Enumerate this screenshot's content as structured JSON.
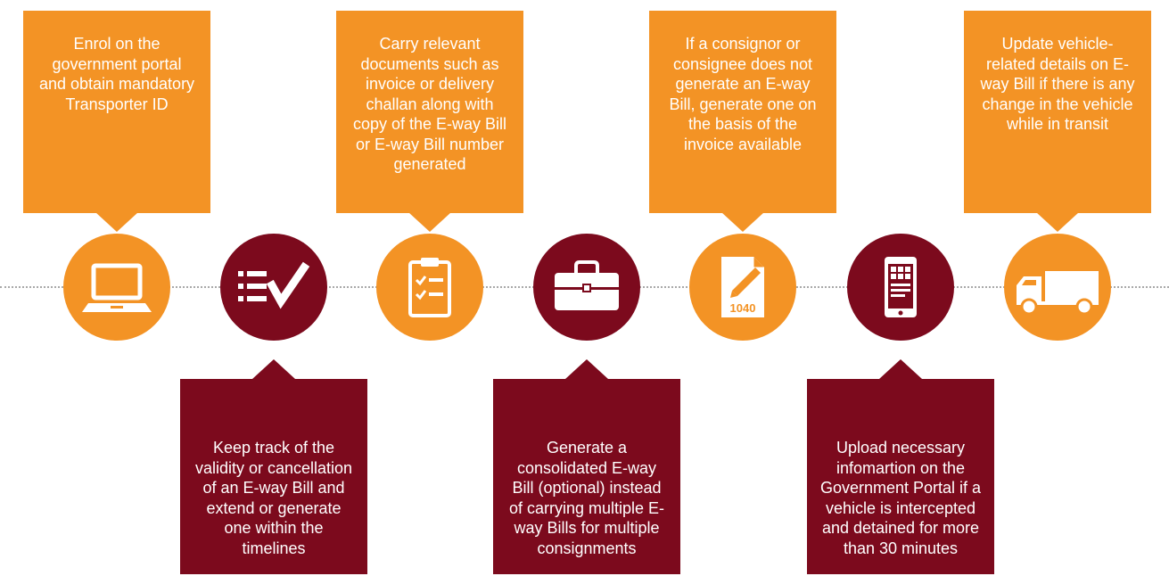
{
  "colors": {
    "orange": "#f39325",
    "maroon": "#7c0a1d",
    "timeline": "#a8a8a8",
    "text": "#ffffff"
  },
  "steps": [
    {
      "icon": "laptop-icon",
      "text": "Enrol on the government portal and obtain mandatory Transporter ID"
    },
    {
      "icon": "checklist-icon",
      "text": "Keep track of the validity or cancellation of an E-way Bill and extend or generate one within the timelines"
    },
    {
      "icon": "clipboard-icon",
      "text": "Carry relevant documents such as invoice or delivery challan along with copy of the E-way Bill or E-way Bill number generated"
    },
    {
      "icon": "briefcase-icon",
      "text": "Generate a consolidated E-way Bill (optional) instead of carrying multiple E-way Bills for multiple consignments"
    },
    {
      "icon": "tax-form-1040-icon",
      "form_label": "1040",
      "text": "If a consignor or consignee does not generate an E-way Bill, generate one on the basis of the invoice available"
    },
    {
      "icon": "smartphone-icon",
      "text": "Upload necessary infomartion on the Government Portal if a vehicle is intercepted and detained for more than 30 minutes"
    },
    {
      "icon": "truck-icon",
      "text": "Update vehicle-related details on E-way Bill if there is any change in the vehicle while in transit"
    }
  ]
}
